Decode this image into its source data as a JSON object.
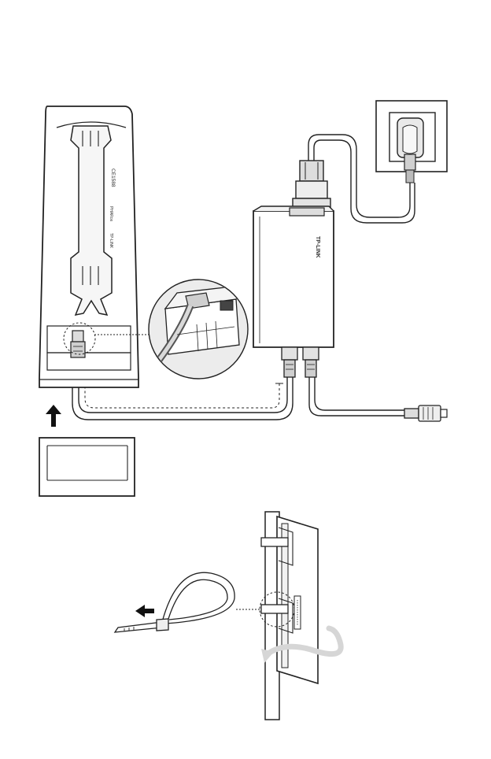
{
  "device": {
    "brand_label": "TP-LINK",
    "model_label": "PHARos",
    "cert_label": "CE1588"
  },
  "injector": {
    "brand_label": "TP-LINK"
  },
  "colors": {
    "stroke": "#222222",
    "fill_light": "#f4f4f4",
    "fill_mid": "#e6e6e6",
    "fill_dark": "#bdbdbd",
    "rotate_arrow": "#d8d8d8",
    "callout_bg": "#ededed"
  },
  "icons": [
    "up-arrow-icon",
    "left-arrow-icon",
    "rotate-arrow-icon"
  ]
}
